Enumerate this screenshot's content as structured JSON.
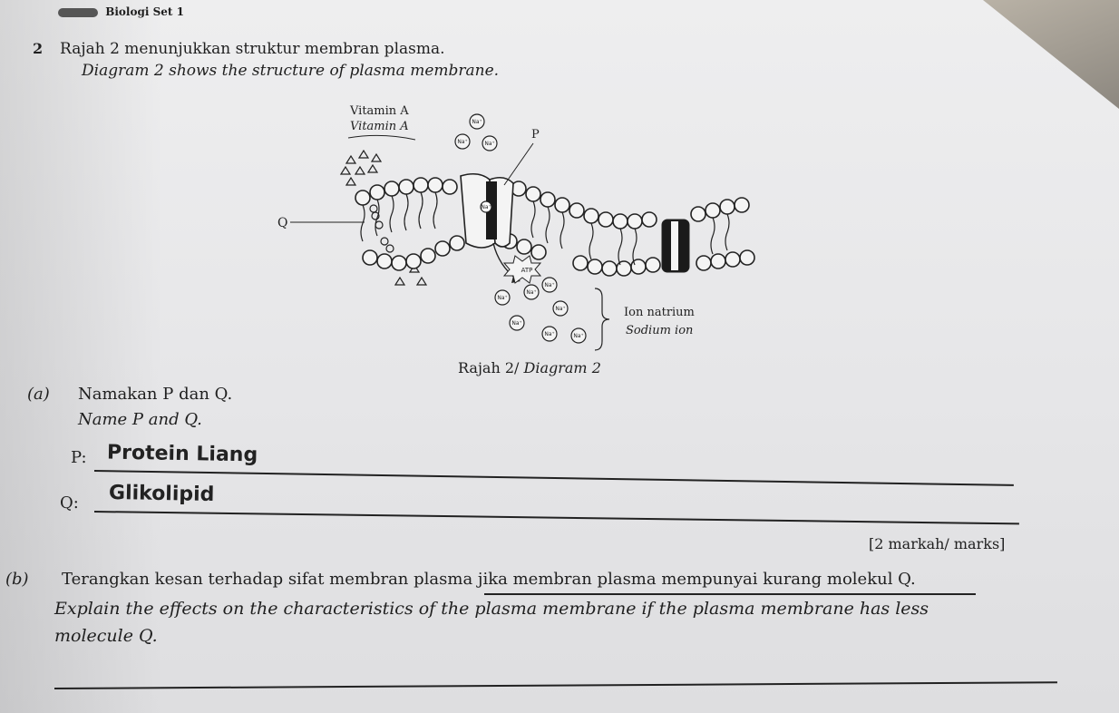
{
  "header": {
    "title": "Biologi Set 1"
  },
  "question": {
    "number": "2",
    "text_ms": "Rajah 2 menunjukkan struktur membran plasma.",
    "text_en": "Diagram 2 shows the structure of plasma membrane."
  },
  "diagram": {
    "vitamin_ms": "Vitamin A",
    "vitamin_en": "Vitamin A",
    "label_p": "P",
    "label_q": "Q",
    "na": "Na⁺",
    "atp": "ATP",
    "ion_ms": "Ion natrium",
    "ion_en": "Sodium ion",
    "caption_ms": "Rajah 2/",
    "caption_en": "Diagram 2"
  },
  "part_a": {
    "label": "(a)",
    "text_ms": "Namakan P dan Q.",
    "text_en": "Name P and Q.",
    "p_label": "P:",
    "p_answer": "Protein Liang",
    "q_label": "Q:",
    "q_answer": "Glikolipid",
    "marks": "[2 markah/ marks]"
  },
  "part_b": {
    "label": "(b)",
    "text_ms": "Terangkan kesan terhadap sifat membran plasma jika membran plasma mempunyai kurang molekul Q.",
    "text_en_1": "Explain the effects on the characteristics of the plasma membrane if the plasma membrane has less",
    "text_en_2": "molecule Q."
  }
}
